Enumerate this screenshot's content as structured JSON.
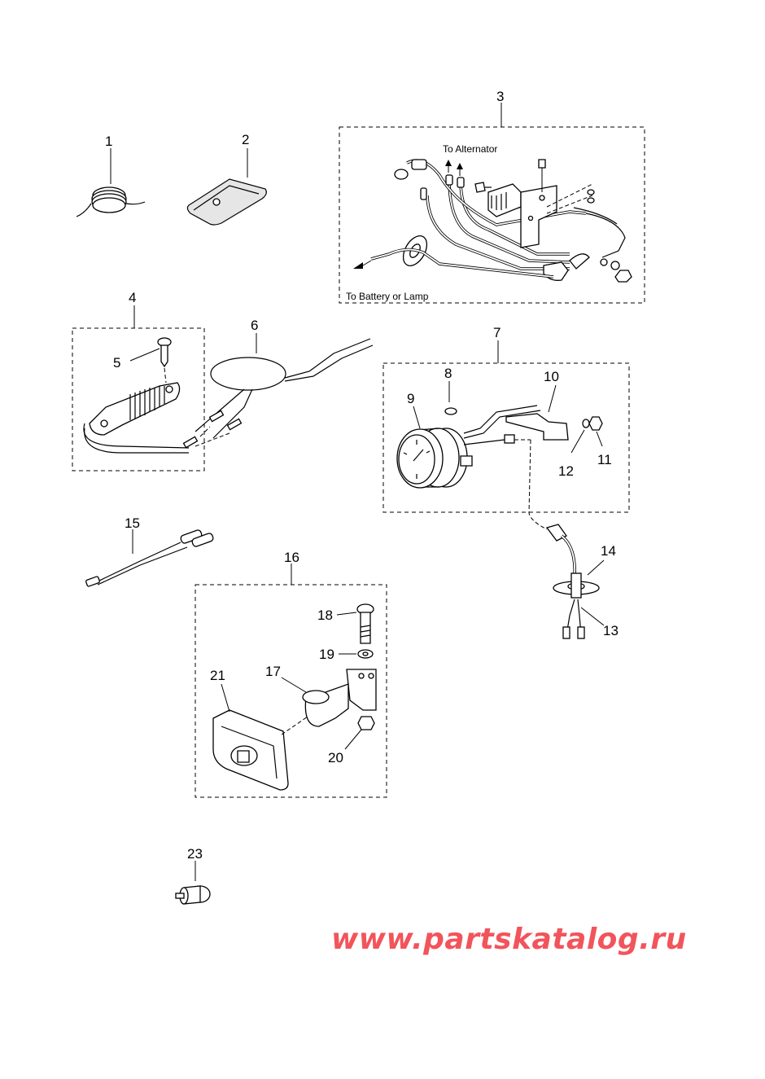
{
  "callouts": {
    "c1": "1",
    "c2": "2",
    "c3": "3",
    "c4": "4",
    "c5": "5",
    "c6": "6",
    "c7": "7",
    "c8": "8",
    "c9": "9",
    "c10": "10",
    "c11": "11",
    "c12": "12",
    "c13": "13",
    "c14": "14",
    "c15": "15",
    "c16": "16",
    "c17": "17",
    "c18": "18",
    "c19": "19",
    "c20": "20",
    "c21": "21",
    "c23": "23"
  },
  "captions": {
    "to_alternator": "To Alternator",
    "to_battery": "To Battery or Lamp"
  },
  "watermark": "www.partskatalog.ru",
  "colors": {
    "watermark": "#f2545b",
    "line": "#000000",
    "background": "#ffffff"
  }
}
